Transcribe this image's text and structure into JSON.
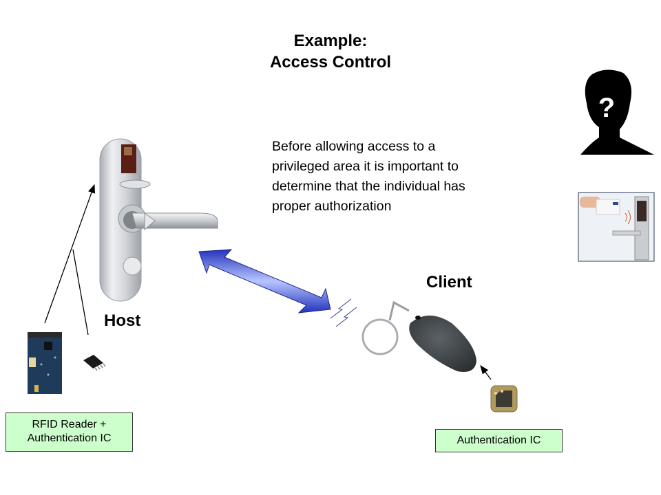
{
  "title": {
    "line1": "Example:",
    "line2": "Access Control"
  },
  "description": {
    "line1": "Before allowing access to a",
    "line2": "privileged area it is important to",
    "line3": "determine that the individual has",
    "line4": "proper authorization"
  },
  "labels": {
    "host": "Host",
    "client": "Client"
  },
  "boxes": {
    "reader": {
      "line1": "RFID Reader +",
      "line2": "Authentication IC"
    },
    "client_ic": "Authentication IC"
  },
  "images": {
    "door_lock": "door-lock-handle",
    "rfid_board": "rfid-reader-board",
    "soic_chip": "authentication-chip",
    "key_fob": "rfid-key-fob",
    "ic_module": "authentication-ic-module",
    "unknown_person": "unknown-person-silhouette",
    "card_reader_photo": "card-at-door-reader-photo"
  },
  "colors": {
    "box_fill": "#ccffcc",
    "arrow_blue": "#3344cc",
    "arrow_light": "#aabbff"
  }
}
